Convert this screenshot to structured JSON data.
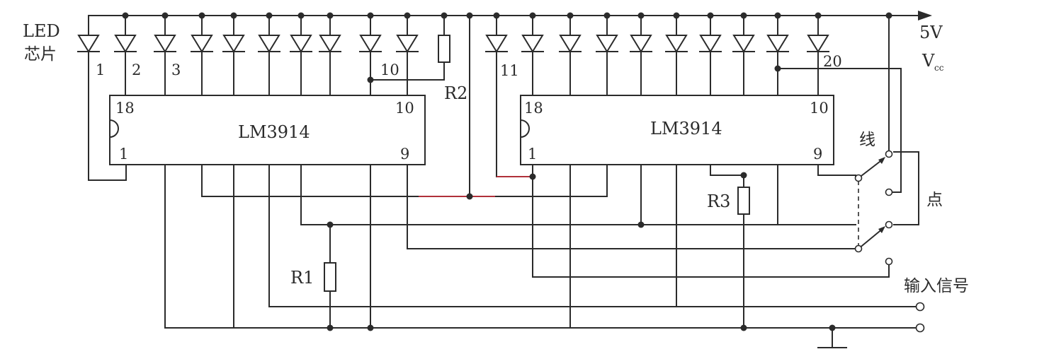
{
  "labels": {
    "led_line1": "LED",
    "led_line2": "芯片",
    "supply_voltage": "5V",
    "supply_name": "V",
    "supply_sub": "cc",
    "chip_left": "LM3914",
    "chip_right": "LM3914",
    "r1": "R1",
    "r2": "R2",
    "r3": "R3",
    "mode_bar": "线",
    "mode_dot": "点",
    "input_signal": "输入信号"
  },
  "led_numbers": [
    "1",
    "2",
    "3",
    "10",
    "11",
    "20"
  ],
  "chip_pins": {
    "left": {
      "top_left": "18",
      "top_right": "10",
      "bottom_left": "1",
      "bottom_right": "9"
    },
    "right": {
      "top_left": "18",
      "top_right": "10",
      "bottom_left": "1",
      "bottom_right": "9"
    }
  }
}
